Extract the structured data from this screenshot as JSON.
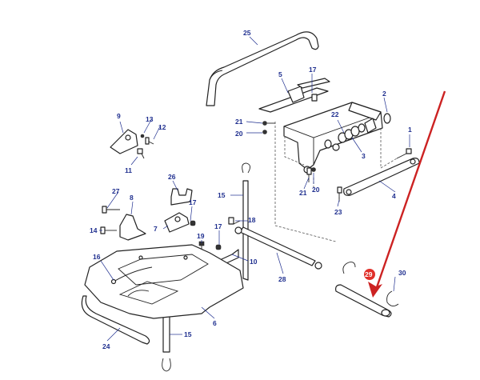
{
  "diagram": {
    "callouts": [
      {
        "id": "c25",
        "text": "25"
      },
      {
        "id": "c17a",
        "text": "17"
      },
      {
        "id": "c5",
        "text": "5"
      },
      {
        "id": "c2",
        "text": "2"
      },
      {
        "id": "c22",
        "text": "22"
      },
      {
        "id": "c3",
        "text": "3"
      },
      {
        "id": "c1",
        "text": "1"
      },
      {
        "id": "c21a",
        "text": "21"
      },
      {
        "id": "c20a",
        "text": "20"
      },
      {
        "id": "c9",
        "text": "9"
      },
      {
        "id": "c13",
        "text": "13"
      },
      {
        "id": "c12",
        "text": "12"
      },
      {
        "id": "c11",
        "text": "11"
      },
      {
        "id": "c21b",
        "text": "21"
      },
      {
        "id": "c20b",
        "text": "20"
      },
      {
        "id": "c4",
        "text": "4"
      },
      {
        "id": "c23",
        "text": "23"
      },
      {
        "id": "c26",
        "text": "26"
      },
      {
        "id": "c27",
        "text": "27"
      },
      {
        "id": "c8",
        "text": "8"
      },
      {
        "id": "c17b",
        "text": "17"
      },
      {
        "id": "c15a",
        "text": "15"
      },
      {
        "id": "c14",
        "text": "14"
      },
      {
        "id": "c7",
        "text": "7"
      },
      {
        "id": "c18",
        "text": "18"
      },
      {
        "id": "c19",
        "text": "19"
      },
      {
        "id": "c17c",
        "text": "17"
      },
      {
        "id": "c10",
        "text": "10"
      },
      {
        "id": "c16",
        "text": "16"
      },
      {
        "id": "c28",
        "text": "28"
      },
      {
        "id": "c29",
        "text": "29"
      },
      {
        "id": "c30",
        "text": "30"
      },
      {
        "id": "c6",
        "text": "6"
      },
      {
        "id": "c24",
        "text": "24"
      },
      {
        "id": "c15b",
        "text": "15"
      }
    ],
    "highlight_color": "#e0302a",
    "label_color": "#1f2f8f",
    "arrow_color": "#cc2222"
  }
}
